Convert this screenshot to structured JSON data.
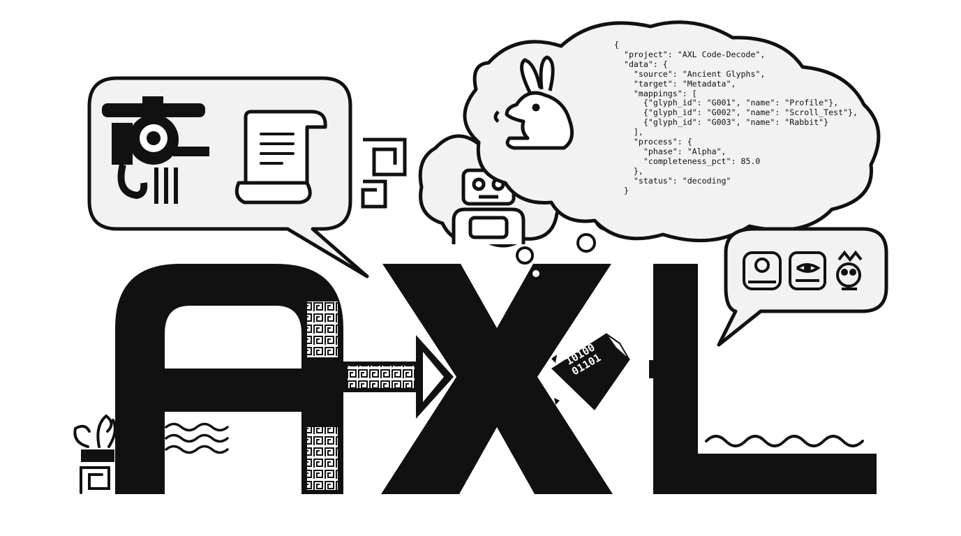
{
  "logo": {
    "letters": [
      "A",
      "X",
      "L"
    ]
  },
  "json_panel": {
    "lines": [
      "{",
      "  \"project\": \"AXL Code-Decode\",",
      "  \"data\": {",
      "    \"source\": \"Ancient Glyphs\",",
      "    \"target\": \"Metadata\",",
      "    \"mappings\": [",
      "      {\"glyph_id\": \"G001\", \"name\": \"Profile\"},",
      "      {\"glyph_id\": \"G002\", \"name\": \"Scroll_Test\"},",
      "      {\"glyph_id\": \"G003\", \"name\": \"Rabbit\"}",
      "    ],",
      "    \"process\": {",
      "      \"phase\": \"Alpha\",",
      "      \"completeness_pct\": 85.0",
      "    },",
      "    \"status\": \"decoding\"",
      "  }"
    ]
  },
  "binary_file": {
    "line1": "10100",
    "line2": "01101"
  },
  "icons": [
    "glyph-profile-icon",
    "scroll-icon",
    "rabbit-icon",
    "robot-icon",
    "mayan-glyph-icon",
    "binary-file-icon",
    "greek-key-icon",
    "wave-icon",
    "arrow-icon"
  ],
  "colors": {
    "ink": "#111111",
    "bubble_fill": "#f2f2f2",
    "paper": "#ffffff"
  }
}
